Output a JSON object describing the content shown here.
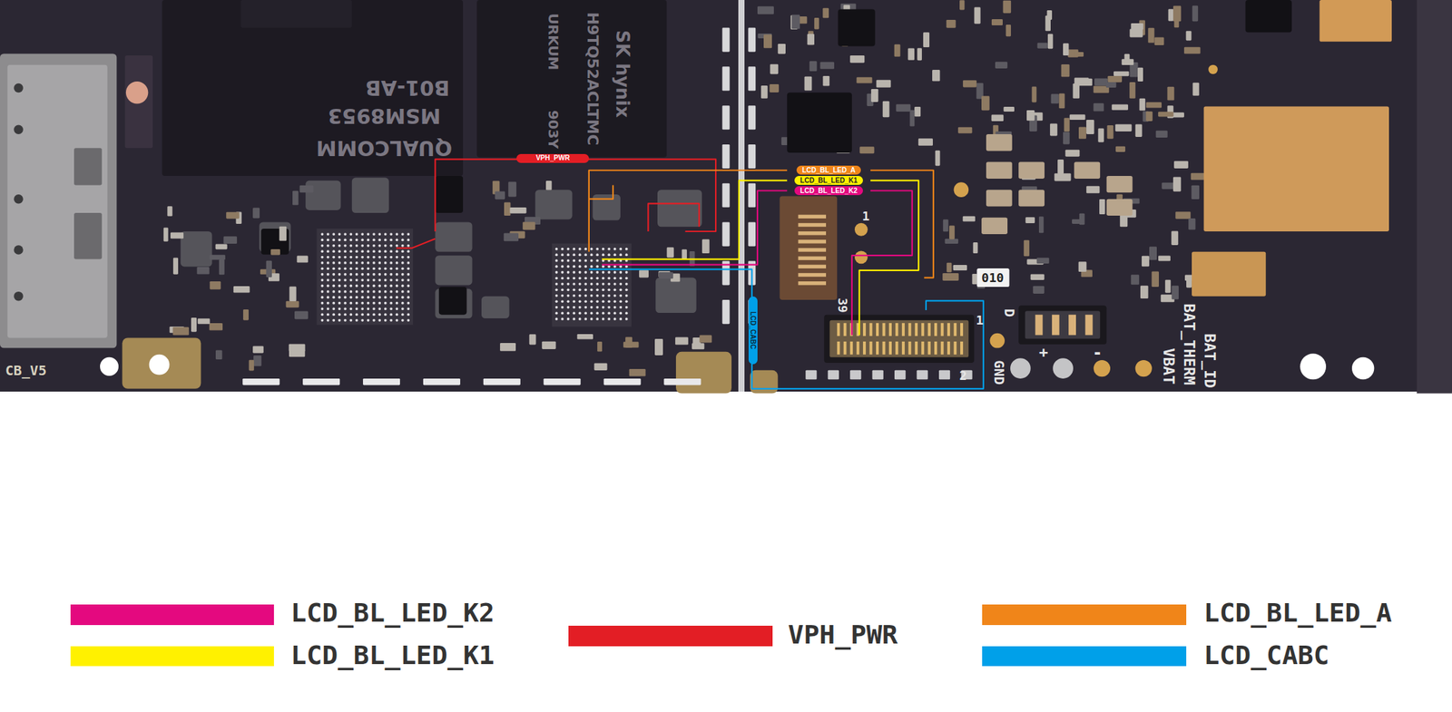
{
  "diagram": {
    "nodes": [
      {
        "text": [
          "VPH_PWR"
        ]
      },
      {
        "text": [
          "LCD_BL_LED_A"
        ]
      },
      {
        "text": [
          "LCD_BL_LED_K1"
        ]
      },
      {
        "text": [
          "LCD_BL_LED_K2"
        ]
      },
      {
        "text": [
          "LCD_CABC"
        ]
      }
    ],
    "labels": [
      "CB_V5",
      "QUALCOMM",
      "MSM8953",
      "B01-AB",
      "SK hynix",
      "H9TQ52ACLTMC",
      "URKUM",
      "903Y",
      "1",
      "39",
      "1",
      "2",
      "D",
      "GND",
      "+",
      "-",
      "VBAT",
      "BAT_THERM",
      "BAT_ID",
      "010"
    ],
    "legend": [
      {
        "text": "LCD_BL_LED_K2",
        "color": "#e4097f"
      },
      {
        "text": "LCD_BL_LED_K1",
        "color": "#fff100"
      },
      {
        "text": "VPH_PWR",
        "color": "#e31e25"
      },
      {
        "text": "LCD_BL_LED_A",
        "color": "#f08519"
      },
      {
        "text": "LCD_CABC",
        "color": "#00a0e9"
      }
    ]
  }
}
